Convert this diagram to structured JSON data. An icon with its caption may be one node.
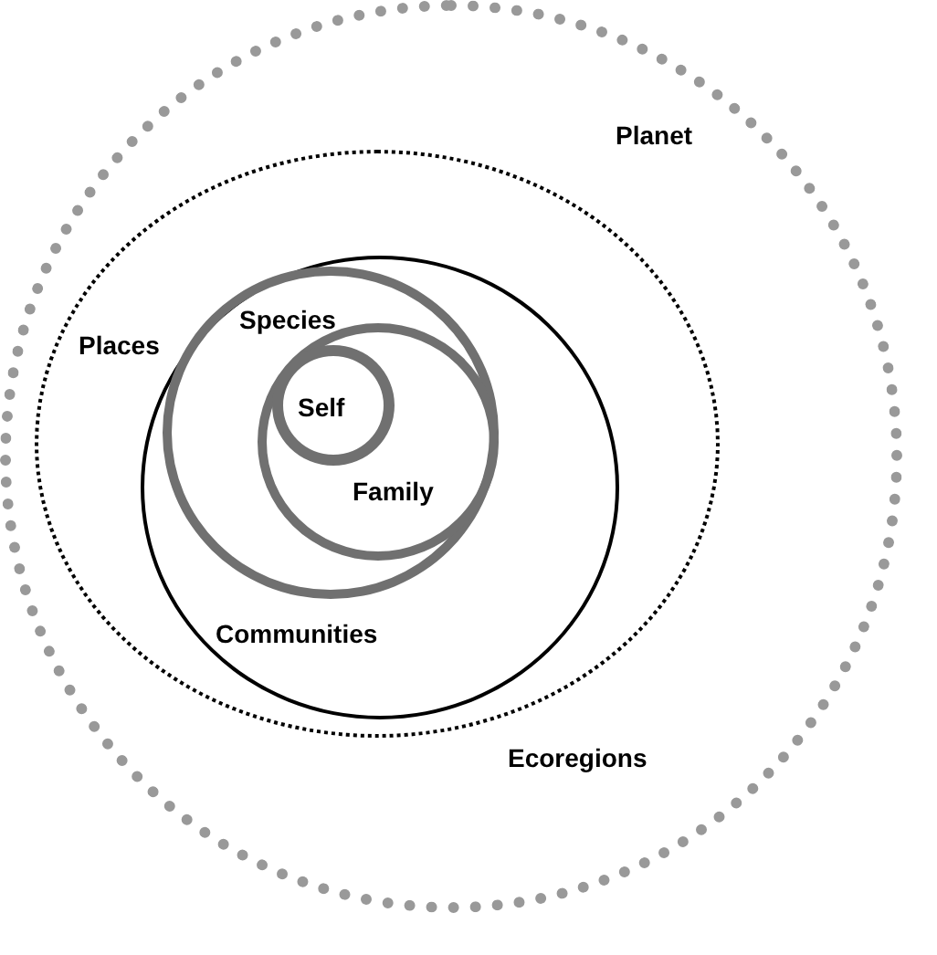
{
  "diagram": {
    "nodes": [
      {
        "text": [
          "Planet",
          "Ecoregions"
        ]
      },
      {
        "text": [
          "Places"
        ],
        "in": 0
      },
      {
        "text": [
          "Communities"
        ],
        "in": 1
      },
      {
        "text": [
          "Species"
        ],
        "in": 2
      },
      {
        "text": [
          "Family"
        ],
        "in": 3
      },
      {
        "text": [
          "Self"
        ],
        "in": 4
      }
    ]
  }
}
